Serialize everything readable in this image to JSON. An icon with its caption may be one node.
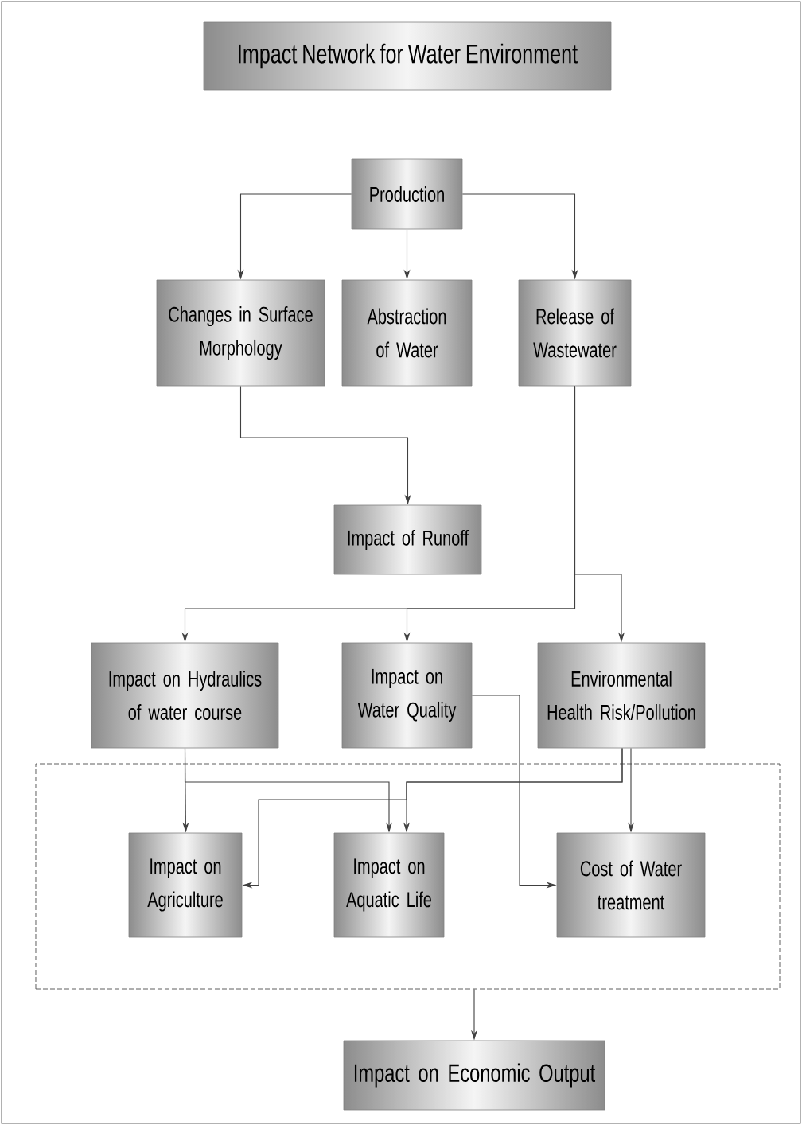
{
  "diagram": {
    "title": "Impact Network for Water Environment",
    "nodes": [
      {
        "text": [
          "Production"
        ]
      },
      {
        "text": [
          "Changes in Surface Morphology"
        ]
      },
      {
        "text": [
          "Abstraction of Water"
        ]
      },
      {
        "text": [
          "Release of Wastewater"
        ]
      },
      {
        "text": [
          "Impact of Runoff"
        ]
      },
      {
        "text": [
          "Impact on Hydraulics of water course"
        ]
      },
      {
        "text": [
          "Impact on Water Quality"
        ]
      },
      {
        "text": [
          "Environmental Health Risk/Pollution"
        ]
      },
      {
        "text": [],
        "shape": "box"
      },
      {
        "text": [
          "Impact on Agriculture"
        ],
        "in": 8
      },
      {
        "text": [
          "Impact on Aquatic Life"
        ],
        "in": 8
      },
      {
        "text": [
          "Cost of Water treatment"
        ],
        "in": 8
      },
      {
        "text": [
          "Impact on Economic Output"
        ]
      }
    ],
    "edges": [
      {
        "from": 0,
        "to": 1,
        "arrow": "to"
      },
      {
        "from": 0,
        "to": 2,
        "arrow": "to"
      },
      {
        "from": 0,
        "to": 3,
        "arrow": "to"
      },
      {
        "from": 1,
        "to": 4,
        "arrow": "to"
      },
      {
        "from": 3,
        "to": 5,
        "arrow": "to"
      },
      {
        "from": 3,
        "to": 6,
        "arrow": "to"
      },
      {
        "from": 3,
        "to": 7,
        "arrow": "to"
      },
      {
        "from": 5,
        "to": 9,
        "arrow": "to"
      },
      {
        "from": 5,
        "to": 10,
        "arrow": "to"
      },
      {
        "from": 7,
        "to": 10,
        "arrow": "to"
      },
      {
        "from": 7,
        "to": 9,
        "arrow": "to"
      },
      {
        "from": 7,
        "to": 11,
        "arrow": "to"
      },
      {
        "from": 6,
        "to": 11,
        "arrow": "to"
      },
      {
        "from": 8,
        "to": 12,
        "arrow": "to"
      }
    ]
  }
}
